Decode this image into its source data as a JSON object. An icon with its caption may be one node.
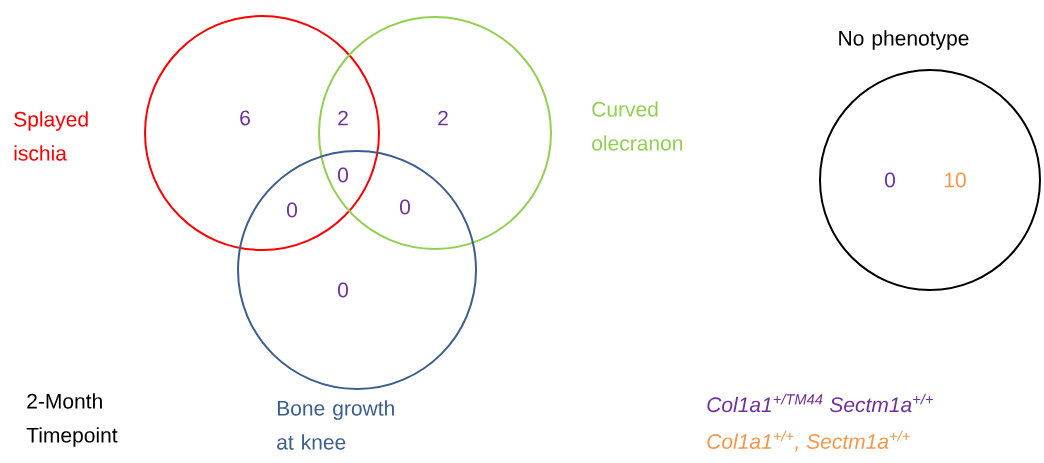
{
  "diagram": {
    "nodes": [
      {
        "text": [
          "Splayed ischia"
        ]
      },
      {
        "text": [
          "Curved olecranon"
        ]
      },
      {
        "text": [
          "Bone growth at knee"
        ]
      },
      {
        "text": [
          "No phenotype"
        ]
      }
    ],
    "labels": [
      "6",
      "2",
      "2",
      "0",
      "0",
      "0",
      "0",
      "0",
      "10",
      "2-Month Timepoint",
      "Col1a1$^{+/TM44}$ Sectm1a$^{+/+}$",
      "Col1a1$^{+/+}$, Sectm1a$^{+/+}$"
    ]
  }
}
